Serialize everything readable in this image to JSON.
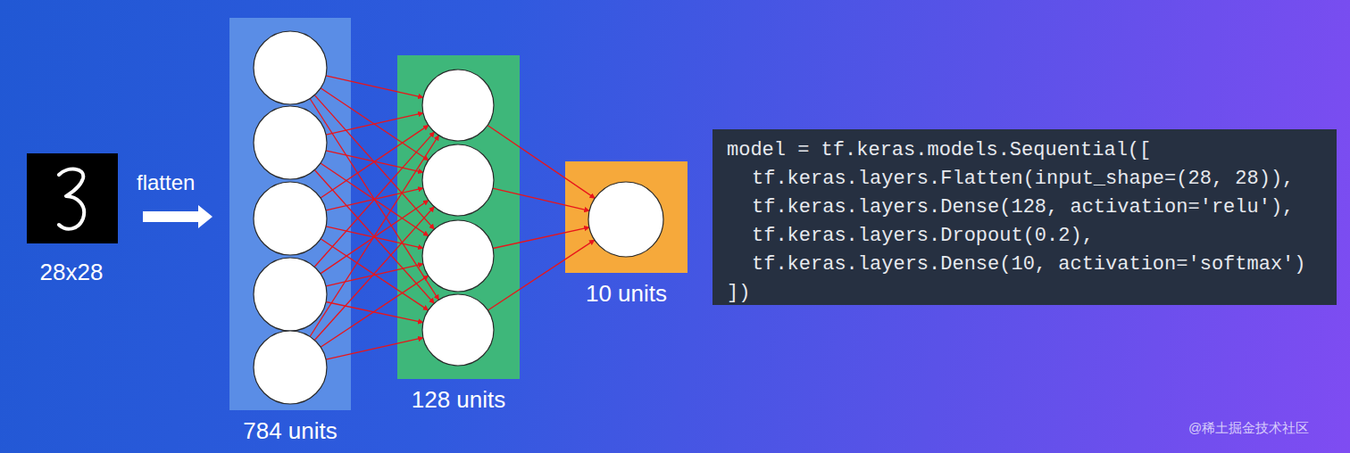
{
  "diagram": {
    "nodes": [
      {
        "text": [
          "784 units"
        ]
      },
      {
        "text": [
          "128 units"
        ]
      },
      {
        "text": [
          "10 units"
        ]
      },
      {
        "text": [
          "model = tf.keras.models.Sequential([",
          "tf.keras.layers.Flatten(input_shape=(28, 28)),",
          "tf.keras.layers.Dense(128, activation='relu'),",
          "tf.keras.layers.Dropout(0.2),",
          "tf.keras.layers.Dense(10, activation='softmax')",
          "])"
        ]
      }
    ],
    "edges": [
      {
        "from": 0,
        "to": 1,
        "arrow": "to"
      },
      {
        "from": 1,
        "to": 2,
        "arrow": "to"
      }
    ],
    "labels": [
      "28x28",
      "flatten",
      "@稀土掘金技术社区"
    ]
  }
}
